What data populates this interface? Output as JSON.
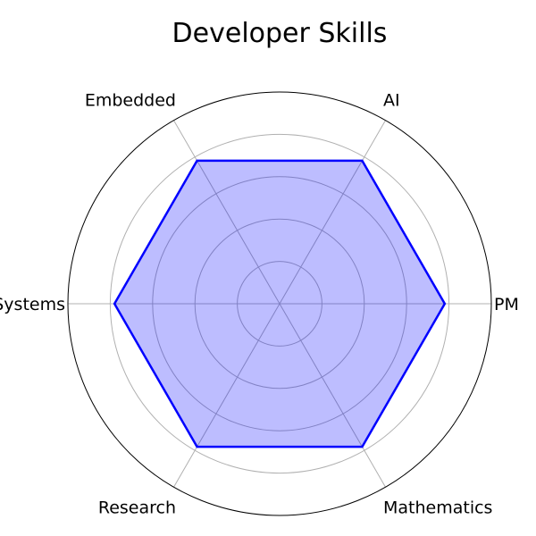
{
  "chart_data": {
    "type": "radar",
    "title": "Developer Skills",
    "categories": [
      "PM",
      "AI",
      "Embedded",
      "Systems",
      "Research",
      "Mathematics"
    ],
    "values": [
      3.9,
      3.9,
      3.9,
      3.9,
      3.9,
      3.9
    ],
    "rlim": [
      0,
      5
    ],
    "rgrid": [
      1,
      2,
      3,
      4
    ],
    "grid": true,
    "colors": {
      "line": "#0000ff",
      "fill": "#0000ff",
      "fill_opacity": 0.26,
      "grid": "#b0b0b0",
      "outer_circle": "#000000"
    }
  }
}
